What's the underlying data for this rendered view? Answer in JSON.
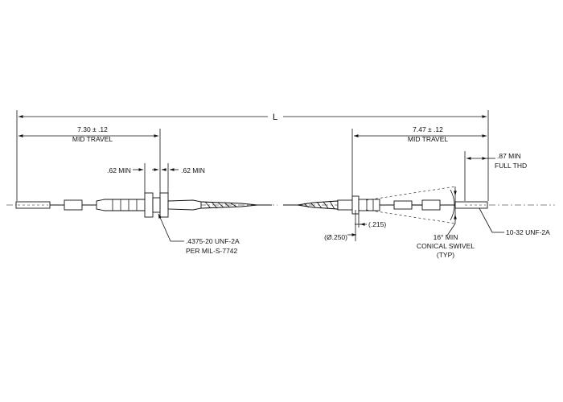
{
  "drawing": {
    "overall_length_label": "L",
    "left_end": {
      "mid_travel_dim": "7.30 ± .12",
      "mid_travel_label": "MID TRAVEL",
      "left_min": ".62 MIN",
      "right_min": ".62 MIN",
      "thread_line1": ".4375-20 UNF-2A",
      "thread_line2": "PER MIL-S-7742"
    },
    "right_end": {
      "mid_travel_dim": "7.47 ± .12",
      "mid_travel_label": "MID TRAVEL",
      "thread_min_line1": ".87 MIN",
      "thread_min_line2": "FULL THD",
      "rod_thread": "10-32 UNF-2A",
      "diameter": "(Ø.250)",
      "offset": "(.215)",
      "swivel_line1": "16° MIN",
      "swivel_line2": "CONICAL SWIVEL",
      "swivel_line3": "(TYP)"
    }
  }
}
